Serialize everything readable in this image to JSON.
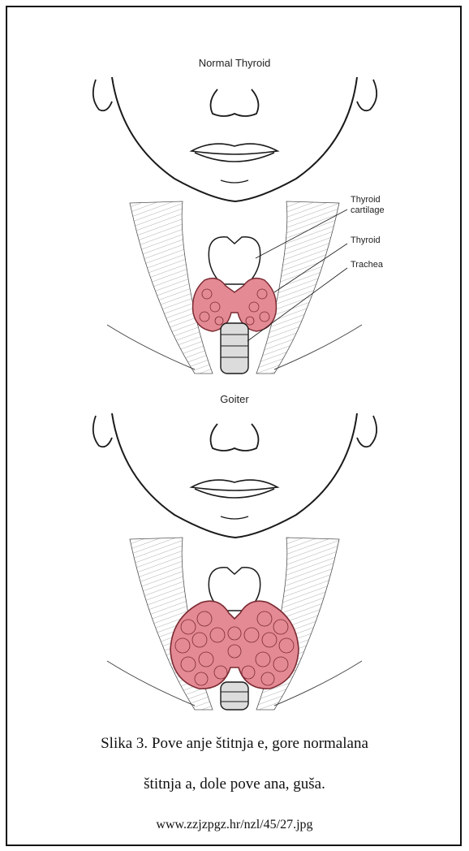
{
  "panels": {
    "top_title": "Normal Thyroid",
    "bottom_title": "Goiter"
  },
  "labels": {
    "thyroid_cartilage_line1": "Thyroid",
    "thyroid_cartilage_line2": "cartilage",
    "thyroid": "Thyroid",
    "trachea": "Trachea"
  },
  "caption": {
    "line1": "Slika 3. Pove  anje štitnja  e, gore normalana",
    "line2": "štitnja  a, dole pove  ana, guša.",
    "source": "www.zzjzpgz.hr/nzl/45/27.jpg"
  },
  "colors": {
    "gland_fill": "#e48a94",
    "gland_stroke": "#7a2a32",
    "line": "#1a1a1a"
  }
}
